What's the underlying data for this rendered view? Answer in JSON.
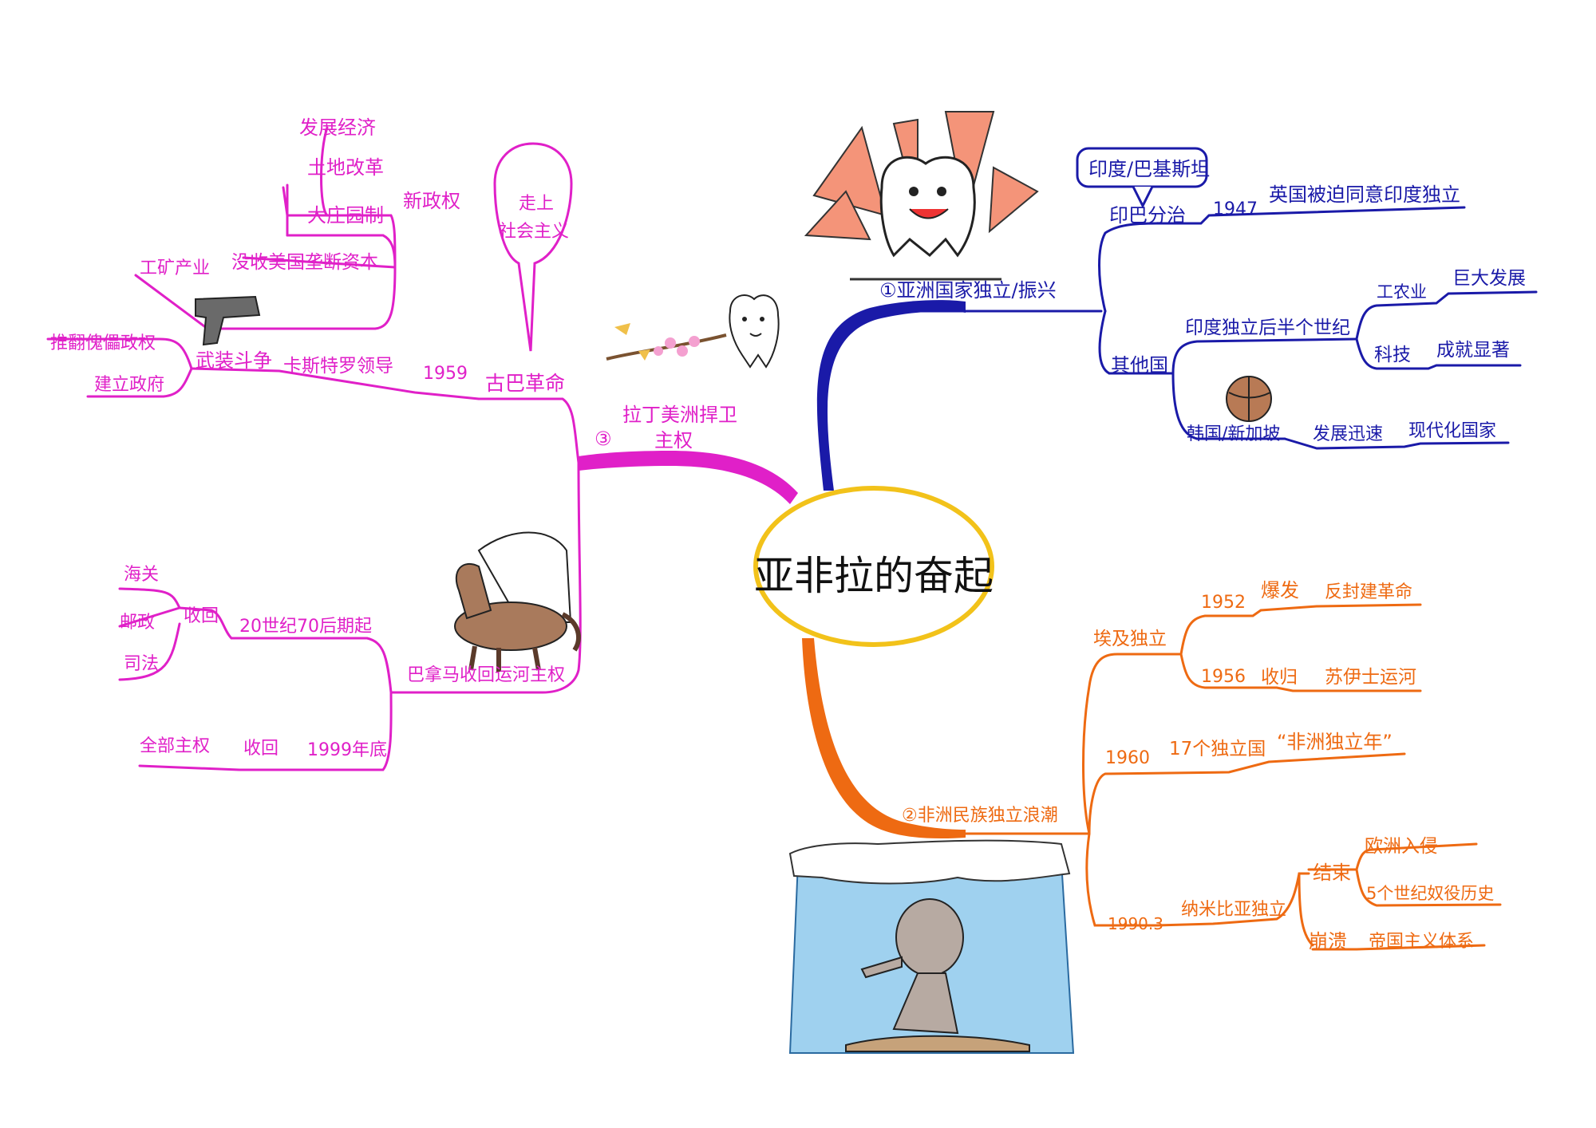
{
  "center": {
    "title": "亚非拉的奋起"
  },
  "colors": {
    "asia": "#1a1aa8",
    "africa": "#ee6a12",
    "latin": "#e020c8",
    "center_ring": "#f2c21a"
  },
  "icons": {
    "tooth_thumbs_up": "tooth-thumbs-up-icon",
    "tooth_branch": "tooth-with-branch-icon",
    "pistol": "pistol-icon",
    "hand_horse": "hand-holding-horse-icon",
    "basketball": "basketball-icon",
    "wave_figure": "wave-figure-icon"
  },
  "asia": {
    "branch": "①亚洲国家独立/振兴",
    "partition": "印巴分治",
    "india_pak_bubble": "印度/巴基斯坦",
    "year_1947": "1947",
    "uk_forced": "英国被迫同意印度独立",
    "other_countries": "其他国",
    "india_half_century": "印度独立后半个世纪",
    "industry_agri": "工农业",
    "huge_dev": "巨大发展",
    "tech": "科技",
    "achievements": "成就显著",
    "korea_sg": "韩国/新加坡",
    "fast_dev": "发展迅速",
    "modern_country": "现代化国家"
  },
  "africa": {
    "branch": "②非洲民族独立浪潮",
    "egypt": "埃及独立",
    "year_1952": "1952",
    "outbreak": "爆发",
    "anti_feudal": "反封建革命",
    "year_1956": "1956",
    "reclaim": "收归",
    "suez": "苏伊士运河",
    "year_1960": "1960",
    "seventeen": "17个独立国",
    "africa_year": "“非洲独立年”",
    "year_1990": "1990.3",
    "namibia": "纳米比亚独立",
    "end": "结束",
    "euro_invasion": "欧洲入侵",
    "five_centuries": "5个世纪奴役历史",
    "collapse": "崩溃",
    "imperial_system": "帝国主义体系"
  },
  "latin": {
    "branch_num": "③",
    "branch_line1": "拉丁美洲捍卫",
    "branch_line2": "主权",
    "cuba_rev": "古巴革命",
    "year_1959": "1959",
    "castro": "卡斯特罗领导",
    "armed": "武装斗争",
    "overthrow": "推翻傀儡政权",
    "establish": "建立政府",
    "new_regime": "新政权",
    "dev_economy": "发展经济",
    "land_reform": "土地改革",
    "estate": "大庄园制",
    "confiscate": "没收美国垄断资本",
    "industry": "工矿产业",
    "socialism_1": "走上",
    "socialism_2": "社会主义",
    "panama": "巴拿马收回运河主权",
    "seventies": "20世纪70后期起",
    "reclaim": "收回",
    "customs": "海关",
    "postal": "邮政",
    "judicial": "司法",
    "end_1999": "1999年底",
    "reclaim2": "收回",
    "full_sov": "全部主权"
  }
}
